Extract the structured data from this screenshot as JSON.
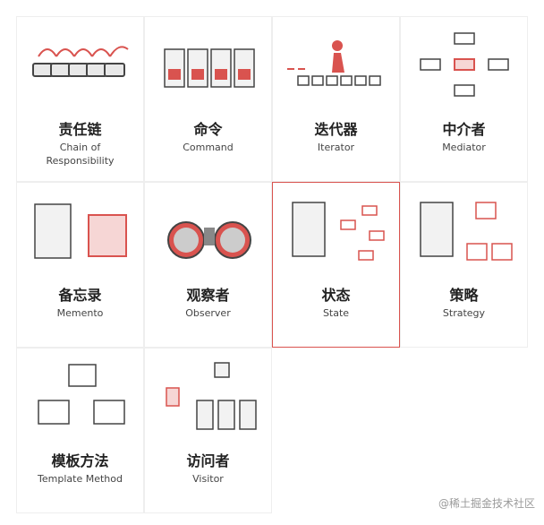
{
  "patterns": [
    {
      "cn": "责任链",
      "en": "Chain of Responsibility"
    },
    {
      "cn": "命令",
      "en": "Command"
    },
    {
      "cn": "迭代器",
      "en": "Iterator"
    },
    {
      "cn": "中介者",
      "en": "Mediator"
    },
    {
      "cn": "备忘录",
      "en": "Memento"
    },
    {
      "cn": "观察者",
      "en": "Observer"
    },
    {
      "cn": "状态",
      "en": "State"
    },
    {
      "cn": "策略",
      "en": "Strategy"
    },
    {
      "cn": "模板方法",
      "en": "Template Method"
    },
    {
      "cn": "访问者",
      "en": "Visitor"
    }
  ],
  "selected": "State",
  "watermark": "@稀土掘金技术社区",
  "colors": {
    "accent": "#d9534f",
    "stroke": "#444444",
    "fill_light": "#f6d6d5"
  }
}
